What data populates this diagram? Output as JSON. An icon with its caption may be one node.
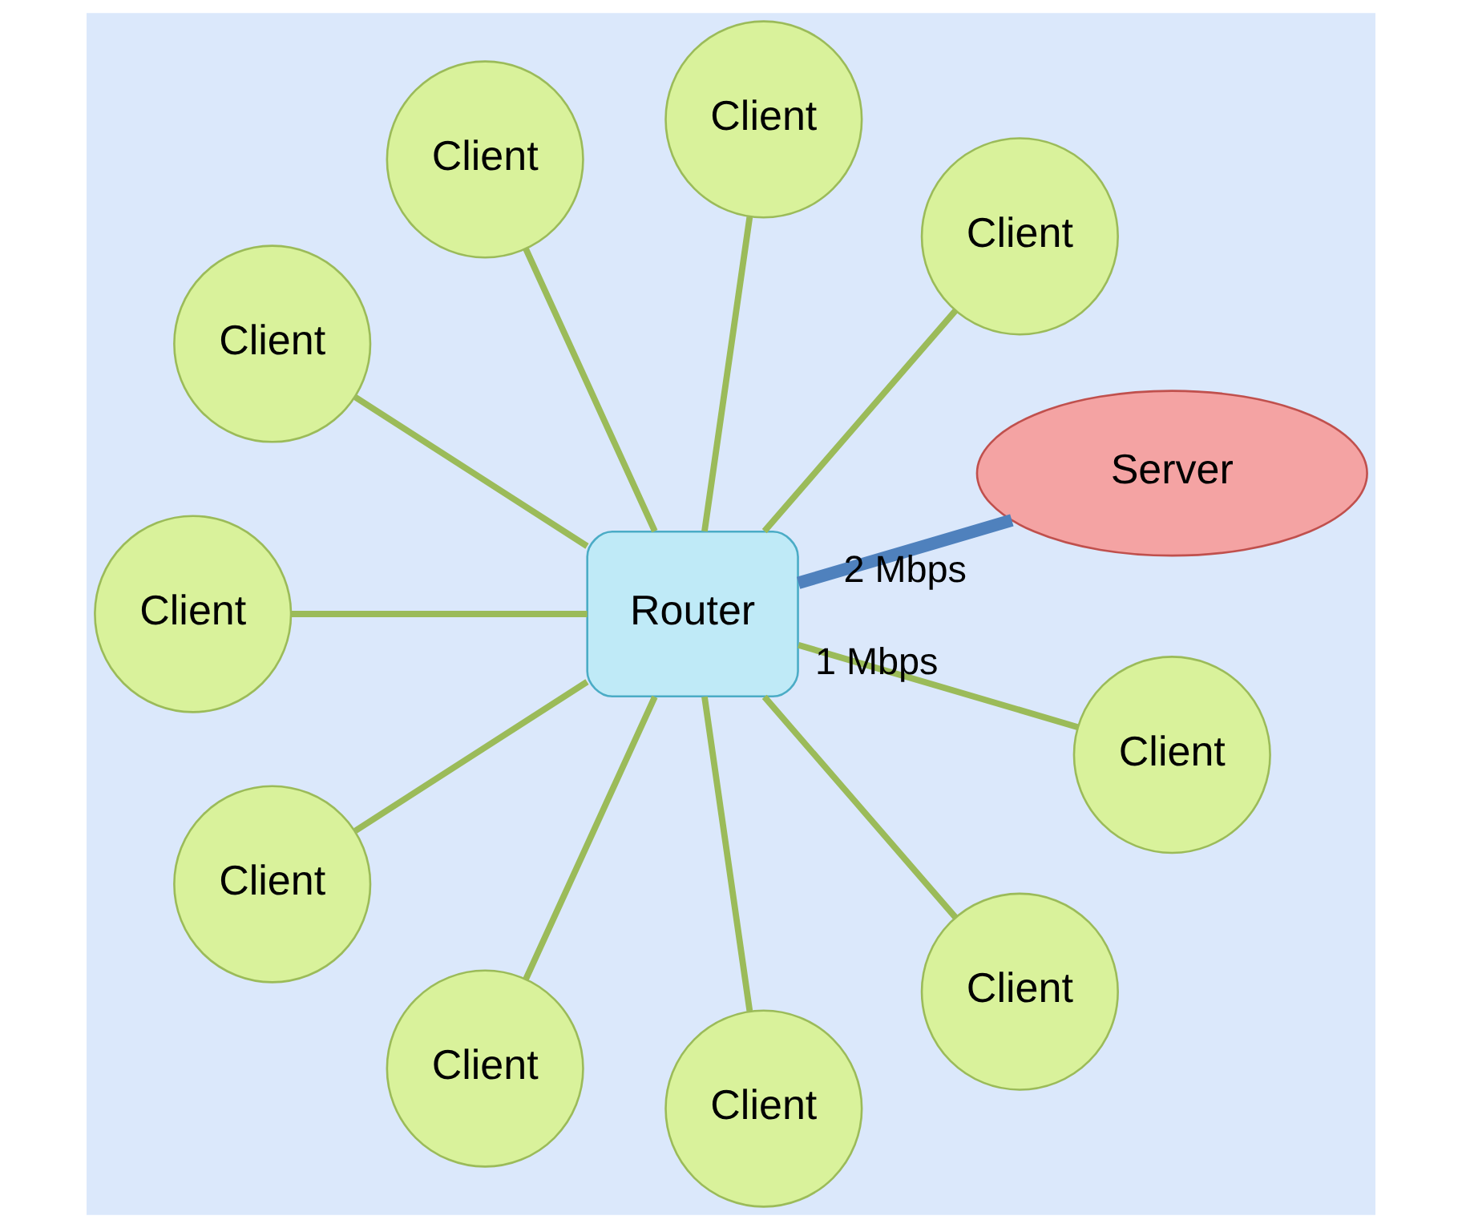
{
  "diagram": {
    "nodes": [
      {
        "text": [
          "Server"
        ]
      },
      {
        "text": [
          "Router"
        ]
      },
      {
        "text": [
          "Client"
        ]
      },
      {
        "text": [
          "Client"
        ]
      },
      {
        "text": [
          "Client"
        ]
      },
      {
        "text": [
          "Client"
        ]
      },
      {
        "text": [
          "Client"
        ]
      },
      {
        "text": [
          "Client"
        ]
      },
      {
        "text": [
          "Client"
        ]
      },
      {
        "text": [
          "Client"
        ]
      },
      {
        "text": [
          "Client"
        ]
      },
      {
        "text": [
          "Client"
        ]
      }
    ],
    "edges": [
      {
        "from": 1,
        "to": 0,
        "arrow": "none",
        "label": "2 Mbps",
        "style": "thick",
        "color": "#4f81bd"
      },
      {
        "from": 1,
        "to": 2,
        "arrow": "none"
      },
      {
        "from": 1,
        "to": 3,
        "arrow": "none"
      },
      {
        "from": 1,
        "to": 4,
        "arrow": "none"
      },
      {
        "from": 1,
        "to": 5,
        "arrow": "none"
      },
      {
        "from": 1,
        "to": 6,
        "arrow": "none"
      },
      {
        "from": 1,
        "to": 7,
        "arrow": "none"
      },
      {
        "from": 1,
        "to": 8,
        "arrow": "none"
      },
      {
        "from": 1,
        "to": 9,
        "arrow": "none"
      },
      {
        "from": 1,
        "to": 10,
        "arrow": "none"
      },
      {
        "from": 1,
        "to": 11,
        "arrow": "none",
        "label": "1 Mbps"
      }
    ]
  }
}
